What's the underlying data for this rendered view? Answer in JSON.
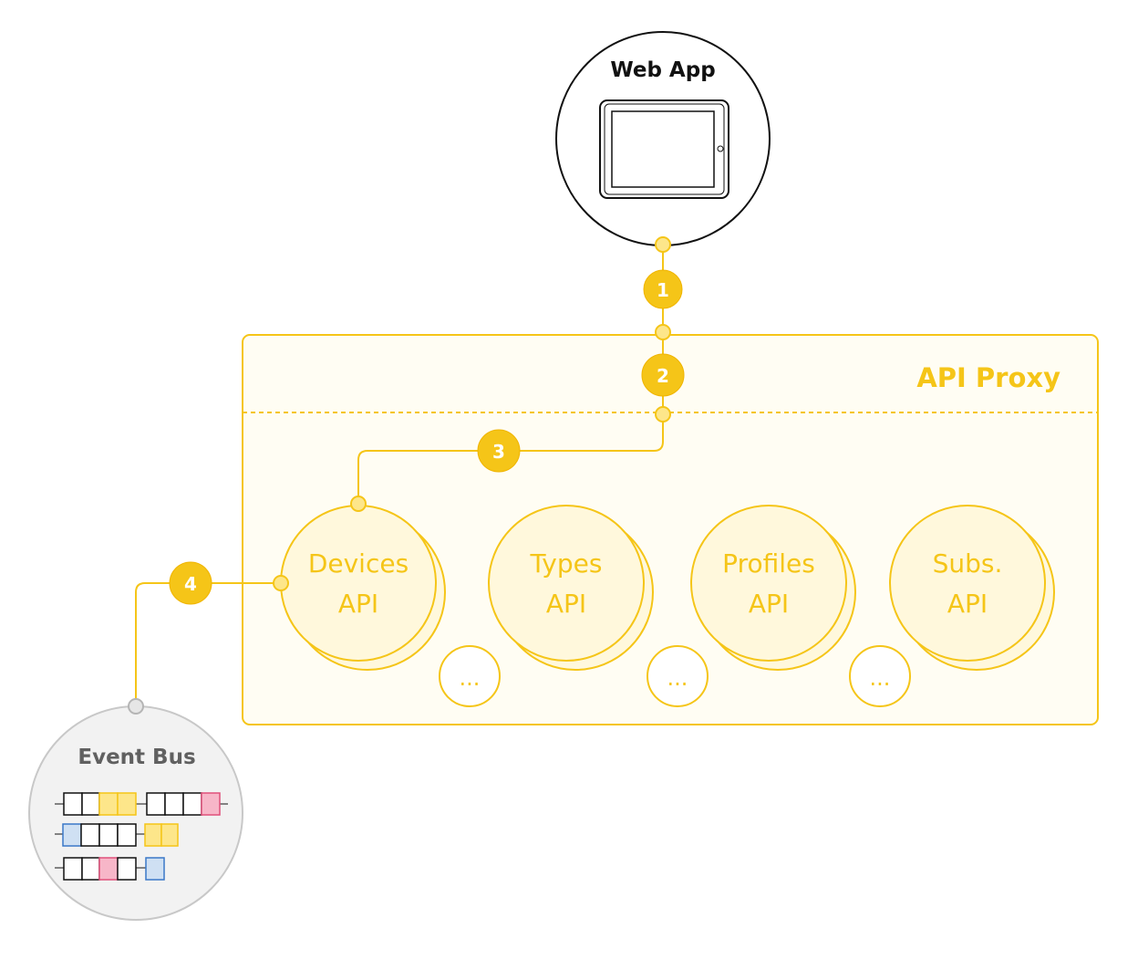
{
  "web_app": {
    "title": "Web App"
  },
  "proxy": {
    "title": "API Proxy"
  },
  "services": [
    {
      "line1": "Devices",
      "line2": "API"
    },
    {
      "line1": "Types",
      "line2": "API"
    },
    {
      "line1": "Profiles",
      "line2": "API"
    },
    {
      "line1": "Subs.",
      "line2": "API"
    }
  ],
  "ellipsis": "...",
  "steps": [
    "1",
    "2",
    "3",
    "4"
  ],
  "event_bus": {
    "title": "Event Bus"
  },
  "colors": {
    "accent": "#f5c518",
    "accent_light": "#fff8dc",
    "proxy_bg": "#fffdf3",
    "bus_pink": "#f7b6c8",
    "bus_blue": "#cfe0f3",
    "grey": "#c8c8c8"
  }
}
